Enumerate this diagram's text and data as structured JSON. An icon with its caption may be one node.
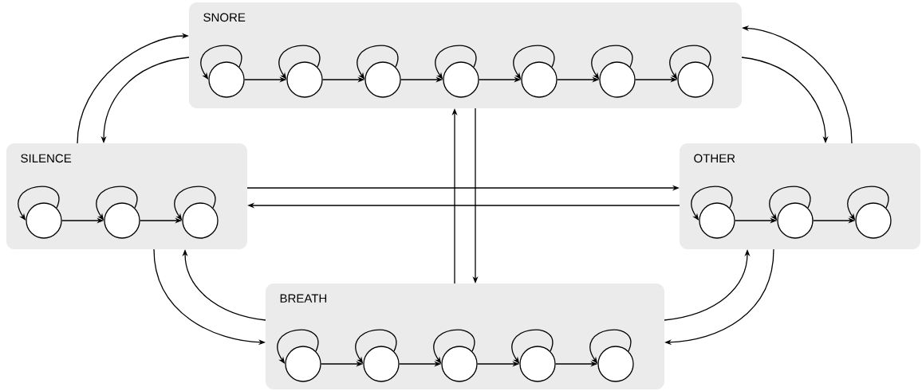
{
  "diagram": {
    "nodes": [
      {
        "text": [
          "SNORE"
        ]
      },
      {
        "text": [],
        "shape": "circle",
        "in": 0
      },
      {
        "text": [],
        "shape": "circle",
        "in": 0
      },
      {
        "text": [],
        "shape": "circle",
        "in": 0
      },
      {
        "text": [],
        "shape": "circle",
        "in": 0
      },
      {
        "text": [],
        "shape": "circle",
        "in": 0
      },
      {
        "text": [],
        "shape": "circle",
        "in": 0
      },
      {
        "text": [],
        "shape": "circle",
        "in": 0
      },
      {
        "text": [
          "SILENCE"
        ]
      },
      {
        "text": [],
        "shape": "circle",
        "in": 8
      },
      {
        "text": [],
        "shape": "circle",
        "in": 8
      },
      {
        "text": [],
        "shape": "circle",
        "in": 8
      },
      {
        "text": [
          "OTHER"
        ]
      },
      {
        "text": [],
        "shape": "circle",
        "in": 12
      },
      {
        "text": [],
        "shape": "circle",
        "in": 12
      },
      {
        "text": [],
        "shape": "circle",
        "in": 12
      },
      {
        "text": [
          "BREATH"
        ]
      },
      {
        "text": [],
        "shape": "circle",
        "in": 16
      },
      {
        "text": [],
        "shape": "circle",
        "in": 16
      },
      {
        "text": [],
        "shape": "circle",
        "in": 16
      },
      {
        "text": [],
        "shape": "circle",
        "in": 16
      },
      {
        "text": [],
        "shape": "circle",
        "in": 16
      }
    ],
    "edges": [
      {
        "from": 1,
        "to": 1,
        "arrow": "to"
      },
      {
        "from": 2,
        "to": 2,
        "arrow": "to"
      },
      {
        "from": 3,
        "to": 3,
        "arrow": "to"
      },
      {
        "from": 4,
        "to": 4,
        "arrow": "to"
      },
      {
        "from": 5,
        "to": 5,
        "arrow": "to"
      },
      {
        "from": 6,
        "to": 6,
        "arrow": "to"
      },
      {
        "from": 7,
        "to": 7,
        "arrow": "to"
      },
      {
        "from": 1,
        "to": 2,
        "arrow": "to"
      },
      {
        "from": 2,
        "to": 3,
        "arrow": "to"
      },
      {
        "from": 3,
        "to": 4,
        "arrow": "to"
      },
      {
        "from": 4,
        "to": 5,
        "arrow": "to"
      },
      {
        "from": 5,
        "to": 6,
        "arrow": "to"
      },
      {
        "from": 6,
        "to": 7,
        "arrow": "to"
      },
      {
        "from": 9,
        "to": 9,
        "arrow": "to"
      },
      {
        "from": 10,
        "to": 10,
        "arrow": "to"
      },
      {
        "from": 11,
        "to": 11,
        "arrow": "to"
      },
      {
        "from": 9,
        "to": 10,
        "arrow": "to"
      },
      {
        "from": 10,
        "to": 11,
        "arrow": "to"
      },
      {
        "from": 13,
        "to": 13,
        "arrow": "to"
      },
      {
        "from": 14,
        "to": 14,
        "arrow": "to"
      },
      {
        "from": 15,
        "to": 15,
        "arrow": "to"
      },
      {
        "from": 13,
        "to": 14,
        "arrow": "to"
      },
      {
        "from": 14,
        "to": 15,
        "arrow": "to"
      },
      {
        "from": 17,
        "to": 17,
        "arrow": "to"
      },
      {
        "from": 18,
        "to": 18,
        "arrow": "to"
      },
      {
        "from": 19,
        "to": 19,
        "arrow": "to"
      },
      {
        "from": 20,
        "to": 20,
        "arrow": "to"
      },
      {
        "from": 21,
        "to": 21,
        "arrow": "to"
      },
      {
        "from": 17,
        "to": 18,
        "arrow": "to"
      },
      {
        "from": 18,
        "to": 19,
        "arrow": "to"
      },
      {
        "from": 19,
        "to": 20,
        "arrow": "to"
      },
      {
        "from": 20,
        "to": 21,
        "arrow": "to"
      },
      {
        "from": 8,
        "to": 0,
        "arrow": "to"
      },
      {
        "from": 0,
        "to": 8,
        "arrow": "to"
      },
      {
        "from": 12,
        "to": 0,
        "arrow": "to"
      },
      {
        "from": 0,
        "to": 12,
        "arrow": "to"
      },
      {
        "from": 8,
        "to": 12,
        "arrow": "to"
      },
      {
        "from": 12,
        "to": 8,
        "arrow": "to"
      },
      {
        "from": 16,
        "to": 0,
        "arrow": "to"
      },
      {
        "from": 0,
        "to": 16,
        "arrow": "to"
      },
      {
        "from": 8,
        "to": 16,
        "arrow": "to"
      },
      {
        "from": 16,
        "to": 8,
        "arrow": "to"
      },
      {
        "from": 16,
        "to": 12,
        "arrow": "to"
      },
      {
        "from": 12,
        "to": 16,
        "arrow": "to"
      }
    ]
  }
}
